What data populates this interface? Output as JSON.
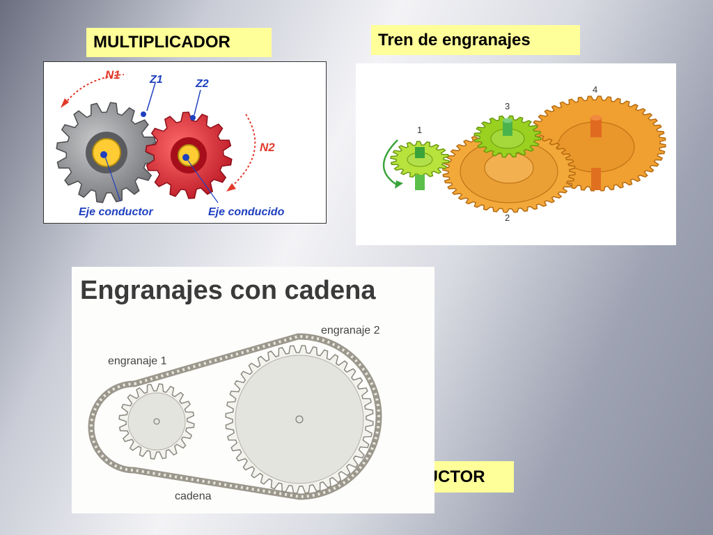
{
  "slide": {
    "multiplicador_label": "MULTIPLICADOR",
    "tren_label": "Tren de engranajes",
    "reductor_label": "REDUCTOR"
  },
  "multiplicador": {
    "n1": "N1",
    "n2": "N2",
    "z1": "Z1",
    "z2": "Z2",
    "eje_conductor": "Eje conductor",
    "eje_conducido": "Eje conducido"
  },
  "tren": {
    "gear_numbers": [
      "1",
      "2",
      "3",
      "4"
    ]
  },
  "cadena": {
    "title": "Engranajes con cadena",
    "engranaje1": "engranaje 1",
    "engranaje2": "engranaje 2",
    "cadena": "cadena"
  },
  "colors": {
    "label_bg": "#ffff99",
    "gear_gray": "#8f9093",
    "gear_red": "#e0303a",
    "gear_orange": "#f0a030",
    "gear_green": "#9ad020",
    "arrow_red": "#e03a2a",
    "label_blue": "#1f3fc0"
  }
}
